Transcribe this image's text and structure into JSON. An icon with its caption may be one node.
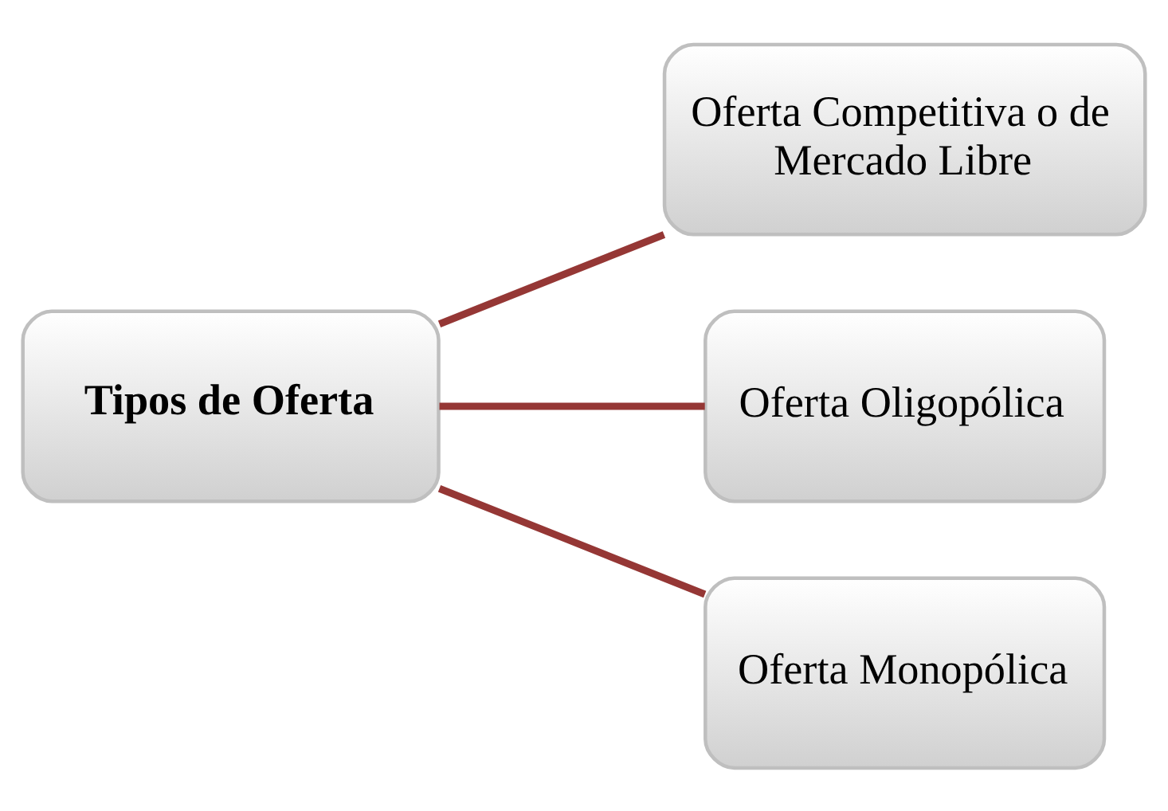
{
  "diagram": {
    "nodes": [
      {
        "text": [
          "Tipos de Oferta"
        ]
      },
      {
        "text": [
          "Oferta Competitiva o de Mercado Libre"
        ]
      },
      {
        "text": [
          "Oferta Oligopólica"
        ]
      },
      {
        "text": [
          "Oferta Monopólica"
        ]
      }
    ],
    "edges": [
      {
        "from": 0,
        "to": 1,
        "arrow": "none"
      },
      {
        "from": 0,
        "to": 2,
        "arrow": "none"
      },
      {
        "from": 0,
        "to": 3,
        "arrow": "none"
      }
    ]
  }
}
